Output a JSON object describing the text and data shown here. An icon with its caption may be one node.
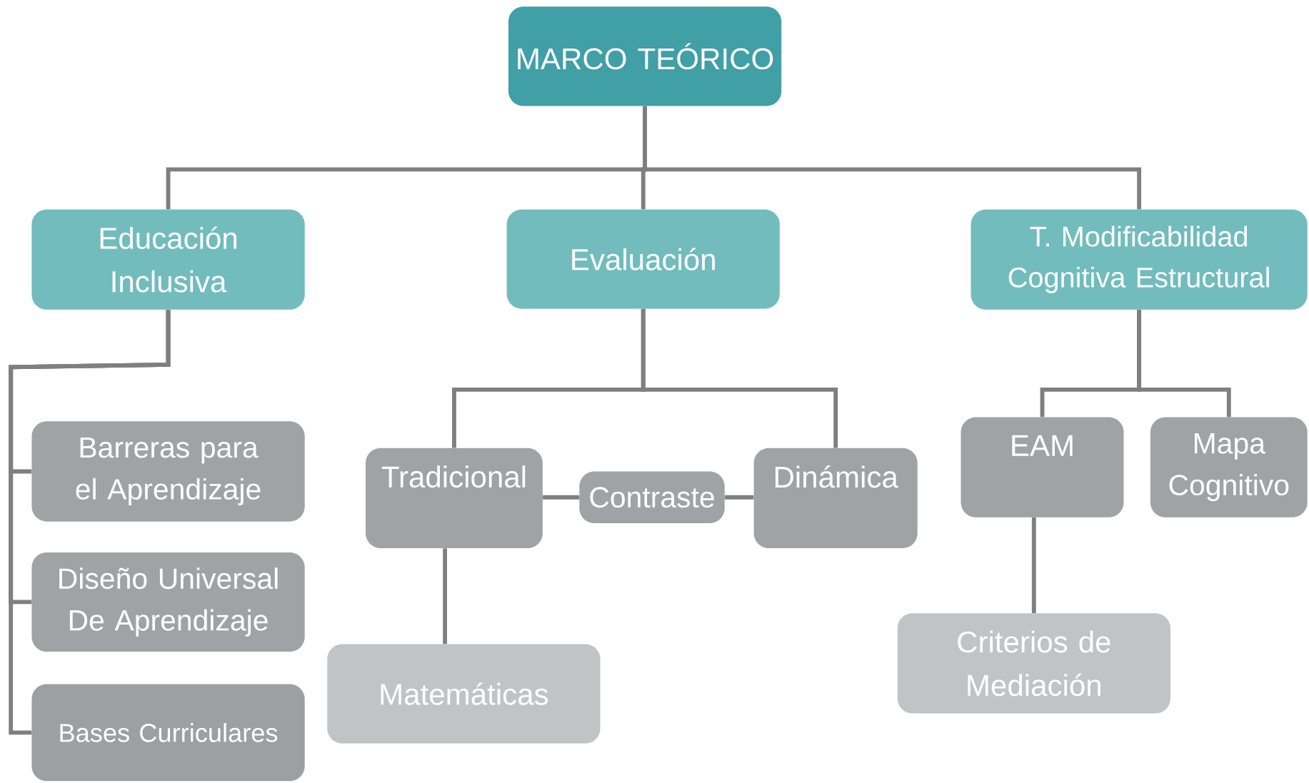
{
  "diagram": {
    "nodes": [
      {
        "text": [
          "MARCO TEÓRICO"
        ]
      },
      {
        "text": [
          "Educación Inclusiva"
        ]
      },
      {
        "text": [
          "Evaluación"
        ]
      },
      {
        "text": [
          "T. Modificabilidad Cognitiva Estructural"
        ]
      },
      {
        "text": [
          "Barreras para el Aprendizaje"
        ]
      },
      {
        "text": [
          "Diseño Universal De Aprendizaje"
        ]
      },
      {
        "text": [
          "Bases Curriculares"
        ]
      },
      {
        "text": [
          "Tradicional"
        ]
      },
      {
        "text": [
          "Contraste"
        ]
      },
      {
        "text": [
          "Dinámica"
        ]
      },
      {
        "text": [
          "Matemáticas"
        ]
      },
      {
        "text": [
          "EAM"
        ]
      },
      {
        "text": [
          "Mapa Cognitivo"
        ]
      },
      {
        "text": [
          "Criterios de Mediación"
        ]
      }
    ],
    "edges": [
      {
        "from": 0,
        "to": 1,
        "arrow": "none"
      },
      {
        "from": 0,
        "to": 2,
        "arrow": "none"
      },
      {
        "from": 0,
        "to": 3,
        "arrow": "none"
      },
      {
        "from": 1,
        "to": 4,
        "arrow": "none"
      },
      {
        "from": 1,
        "to": 5,
        "arrow": "none"
      },
      {
        "from": 1,
        "to": 6,
        "arrow": "none"
      },
      {
        "from": 2,
        "to": 7,
        "arrow": "none"
      },
      {
        "from": 2,
        "to": 9,
        "arrow": "none"
      },
      {
        "from": 7,
        "to": 8,
        "arrow": "none"
      },
      {
        "from": 8,
        "to": 9,
        "arrow": "none"
      },
      {
        "from": 7,
        "to": 10,
        "arrow": "none"
      },
      {
        "from": 3,
        "to": 11,
        "arrow": "none"
      },
      {
        "from": 3,
        "to": 12,
        "arrow": "none"
      },
      {
        "from": 11,
        "to": 13,
        "arrow": "none"
      }
    ]
  }
}
